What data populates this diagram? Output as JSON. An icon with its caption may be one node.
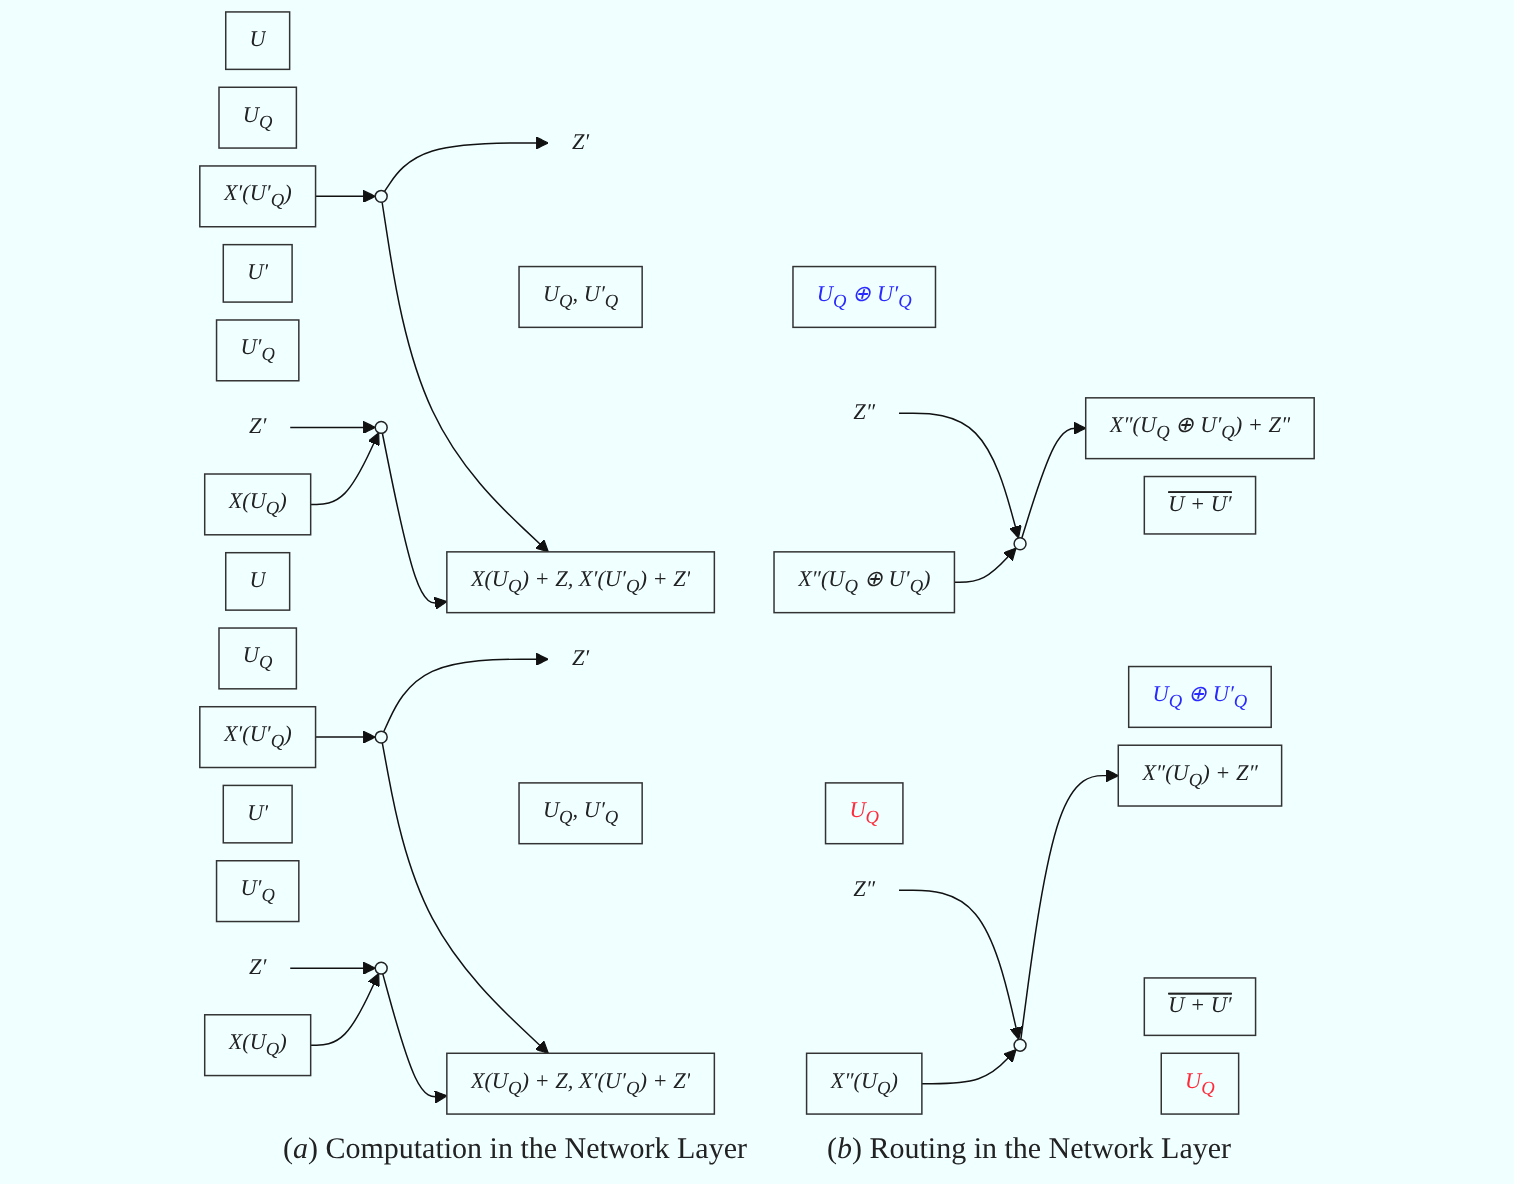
{
  "diagram": {
    "nodes": [
      {
        "text": [
          "U"
        ]
      },
      {
        "text": [
          "U$_{Q}$"
        ]
      },
      {
        "text": [
          "X(U$_{Q}$)"
        ]
      },
      {
        "text": [
          "U′"
        ]
      },
      {
        "text": [
          "U′$_{Q}$"
        ]
      },
      {
        "text": [
          "X′(U′$_{Q}$)"
        ]
      },
      {
        "text": [
          "Z′"
        ]
      },
      {
        "text": [],
        "shape": "circle"
      },
      {
        "text": [],
        "shape": "circle"
      },
      {
        "text": [
          "Z′"
        ]
      },
      {
        "text": [
          "U$_{Q}$, U′$_{Q}$"
        ]
      },
      {
        "text": [
          "U$_{Q}$ ⊕ U′$_{Q}$"
        ]
      },
      {
        "text": [
          "X(U$_{Q}$) + Z, X′(U′$_{Q}$) + Z′"
        ]
      },
      {
        "text": [
          "X″(U$_{Q}$ ⊕ U′$_{Q}$)"
        ]
      },
      {
        "text": [
          "Z″"
        ]
      },
      {
        "text": [],
        "shape": "circle"
      },
      {
        "text": [
          "U + U′"
        ]
      },
      {
        "text": [
          "U$_{Q}$ ⊕ U′$_{Q}$"
        ]
      },
      {
        "text": [
          "X″(U$_{Q}$ ⊕ U′$_{Q}$) + Z″"
        ]
      },
      {
        "text": [
          "U"
        ]
      },
      {
        "text": [
          "U$_{Q}$"
        ]
      },
      {
        "text": [
          "X(U$_{Q}$)"
        ]
      },
      {
        "text": [
          "U′"
        ]
      },
      {
        "text": [
          "U′$_{Q}$"
        ]
      },
      {
        "text": [
          "X′(U′$_{Q}$)"
        ]
      },
      {
        "text": [
          "Z′"
        ]
      },
      {
        "text": [],
        "shape": "circle"
      },
      {
        "text": [],
        "shape": "circle"
      },
      {
        "text": [
          "Z′"
        ]
      },
      {
        "text": [
          "U$_{Q}$, U′$_{Q}$"
        ]
      },
      {
        "text": [
          "U$_{Q}$"
        ]
      },
      {
        "text": [
          "X(U$_{Q}$) + Z, X′(U′$_{Q}$) + Z′"
        ]
      },
      {
        "text": [
          "X″(U$_{Q}$)"
        ]
      },
      {
        "text": [
          "Z″"
        ]
      },
      {
        "text": [],
        "shape": "circle"
      },
      {
        "text": [
          "U + U′"
        ]
      },
      {
        "text": [
          "U$_{Q}$"
        ]
      },
      {
        "text": [
          "X″(U$_{Q}$) + Z″"
        ]
      }
    ],
    "edges": [
      {
        "from": 2,
        "to": 7,
        "arrow": "to"
      },
      {
        "from": 5,
        "to": 8,
        "arrow": "to"
      },
      {
        "from": 6,
        "to": 7,
        "arrow": "to"
      },
      {
        "from": 8,
        "to": 9,
        "arrow": "to"
      },
      {
        "from": 7,
        "to": 12,
        "arrow": "to"
      },
      {
        "from": 8,
        "to": 12,
        "arrow": "to"
      },
      {
        "from": 13,
        "to": 15,
        "arrow": "to"
      },
      {
        "from": 14,
        "to": 15,
        "arrow": "to"
      },
      {
        "from": 15,
        "to": 18,
        "arrow": "to"
      },
      {
        "from": 21,
        "to": 26,
        "arrow": "to"
      },
      {
        "from": 24,
        "to": 27,
        "arrow": "to"
      },
      {
        "from": 25,
        "to": 26,
        "arrow": "to"
      },
      {
        "from": 27,
        "to": 28,
        "arrow": "to"
      },
      {
        "from": 26,
        "to": 31,
        "arrow": "to"
      },
      {
        "from": 27,
        "to": 31,
        "arrow": "to"
      },
      {
        "from": 32,
        "to": 34,
        "arrow": "to"
      },
      {
        "from": 33,
        "to": 34,
        "arrow": "to"
      },
      {
        "from": 34,
        "to": 37,
        "arrow": "to"
      }
    ],
    "labels": [
      "(*a*) Computation in the Network Layer",
      "(*b*) Routing in the Network Layer"
    ]
  }
}
